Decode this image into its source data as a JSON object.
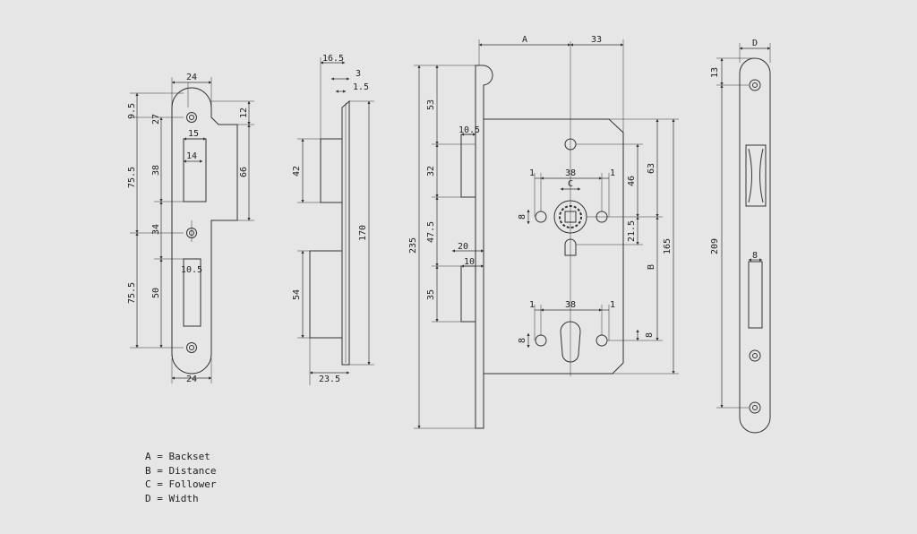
{
  "legend": [
    {
      "key": "A",
      "text": "Backset"
    },
    {
      "key": "B",
      "text": "Distance"
    },
    {
      "key": "C",
      "text": "Follower"
    },
    {
      "key": "D",
      "text": "Width"
    }
  ],
  "strike": {
    "width_top": "24",
    "width_bottom": "24",
    "dim_9_5": "9.5",
    "dim_27": "27",
    "dim_75_5_top": "75.5",
    "dim_38": "38",
    "dim_34": "34",
    "dim_75_5_bottom": "75.5",
    "dim_50": "50",
    "dim_15": "15",
    "dim_14": "14",
    "dim_10_5": "10.5",
    "dim_12": "12",
    "dim_66": "66"
  },
  "side": {
    "dim_16_5": "16.5",
    "dim_3": "3",
    "dim_1_5": "1.5",
    "dim_42": "42",
    "dim_54": "54",
    "dim_170": "170",
    "dim_23_5": "23.5"
  },
  "body": {
    "dim_A": "A",
    "dim_33": "33",
    "dim_235": "235",
    "dim_53": "53",
    "dim_10_5": "10.5",
    "dim_32": "32",
    "dim_47_5": "47.5",
    "dim_20": "20",
    "dim_10": "10",
    "dim_35": "35",
    "dim_1a": "1",
    "dim_38a": "38",
    "dim_1b": "1",
    "dim_C": "C",
    "dim_8a": "8",
    "dim_46": "46",
    "dim_63": "63",
    "dim_21_5": "21.5",
    "dim_B": "B",
    "dim_165": "165",
    "dim_1c": "1",
    "dim_38b": "38",
    "dim_1d": "1",
    "dim_8b": "8",
    "dim_8c": "8"
  },
  "faceplate": {
    "dim_D": "D",
    "dim_13": "13",
    "dim_209": "209",
    "dim_8": "8"
  }
}
